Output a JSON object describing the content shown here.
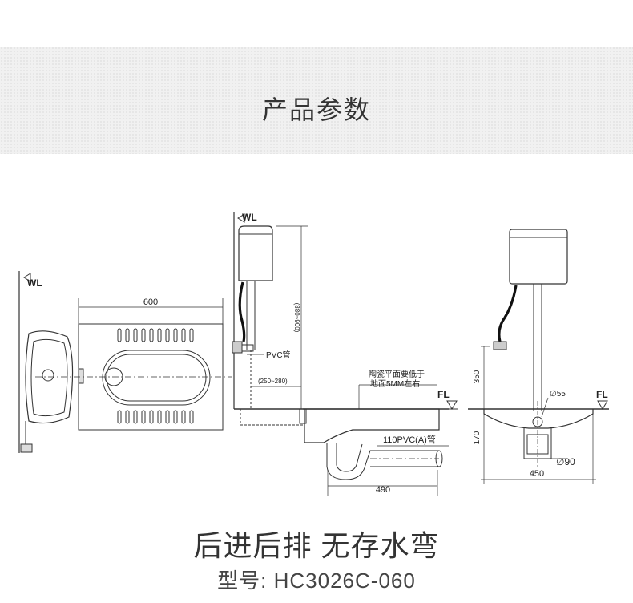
{
  "banner": {
    "title": "产品参数"
  },
  "drawing": {
    "wl_label": "WL",
    "fl_label": "FL",
    "dims": {
      "width_600": "600",
      "height_880_900": "(880~900)",
      "offset_250_280": "(250~280)",
      "len_490": "490",
      "height_350": "350",
      "height_170": "170",
      "width_450": "450",
      "dia_55": "∅55",
      "dia_90": "∅90"
    },
    "labels": {
      "pvc_pipe": "PVC管",
      "note_line1": "陶瓷平面要低于",
      "note_line2": "地面5MM左右",
      "drain_pipe": "110PVC(A)管"
    }
  },
  "footer": {
    "title": "后进后排  无存水弯",
    "model_label": "型号:",
    "model_value": "HC3026C-060"
  }
}
